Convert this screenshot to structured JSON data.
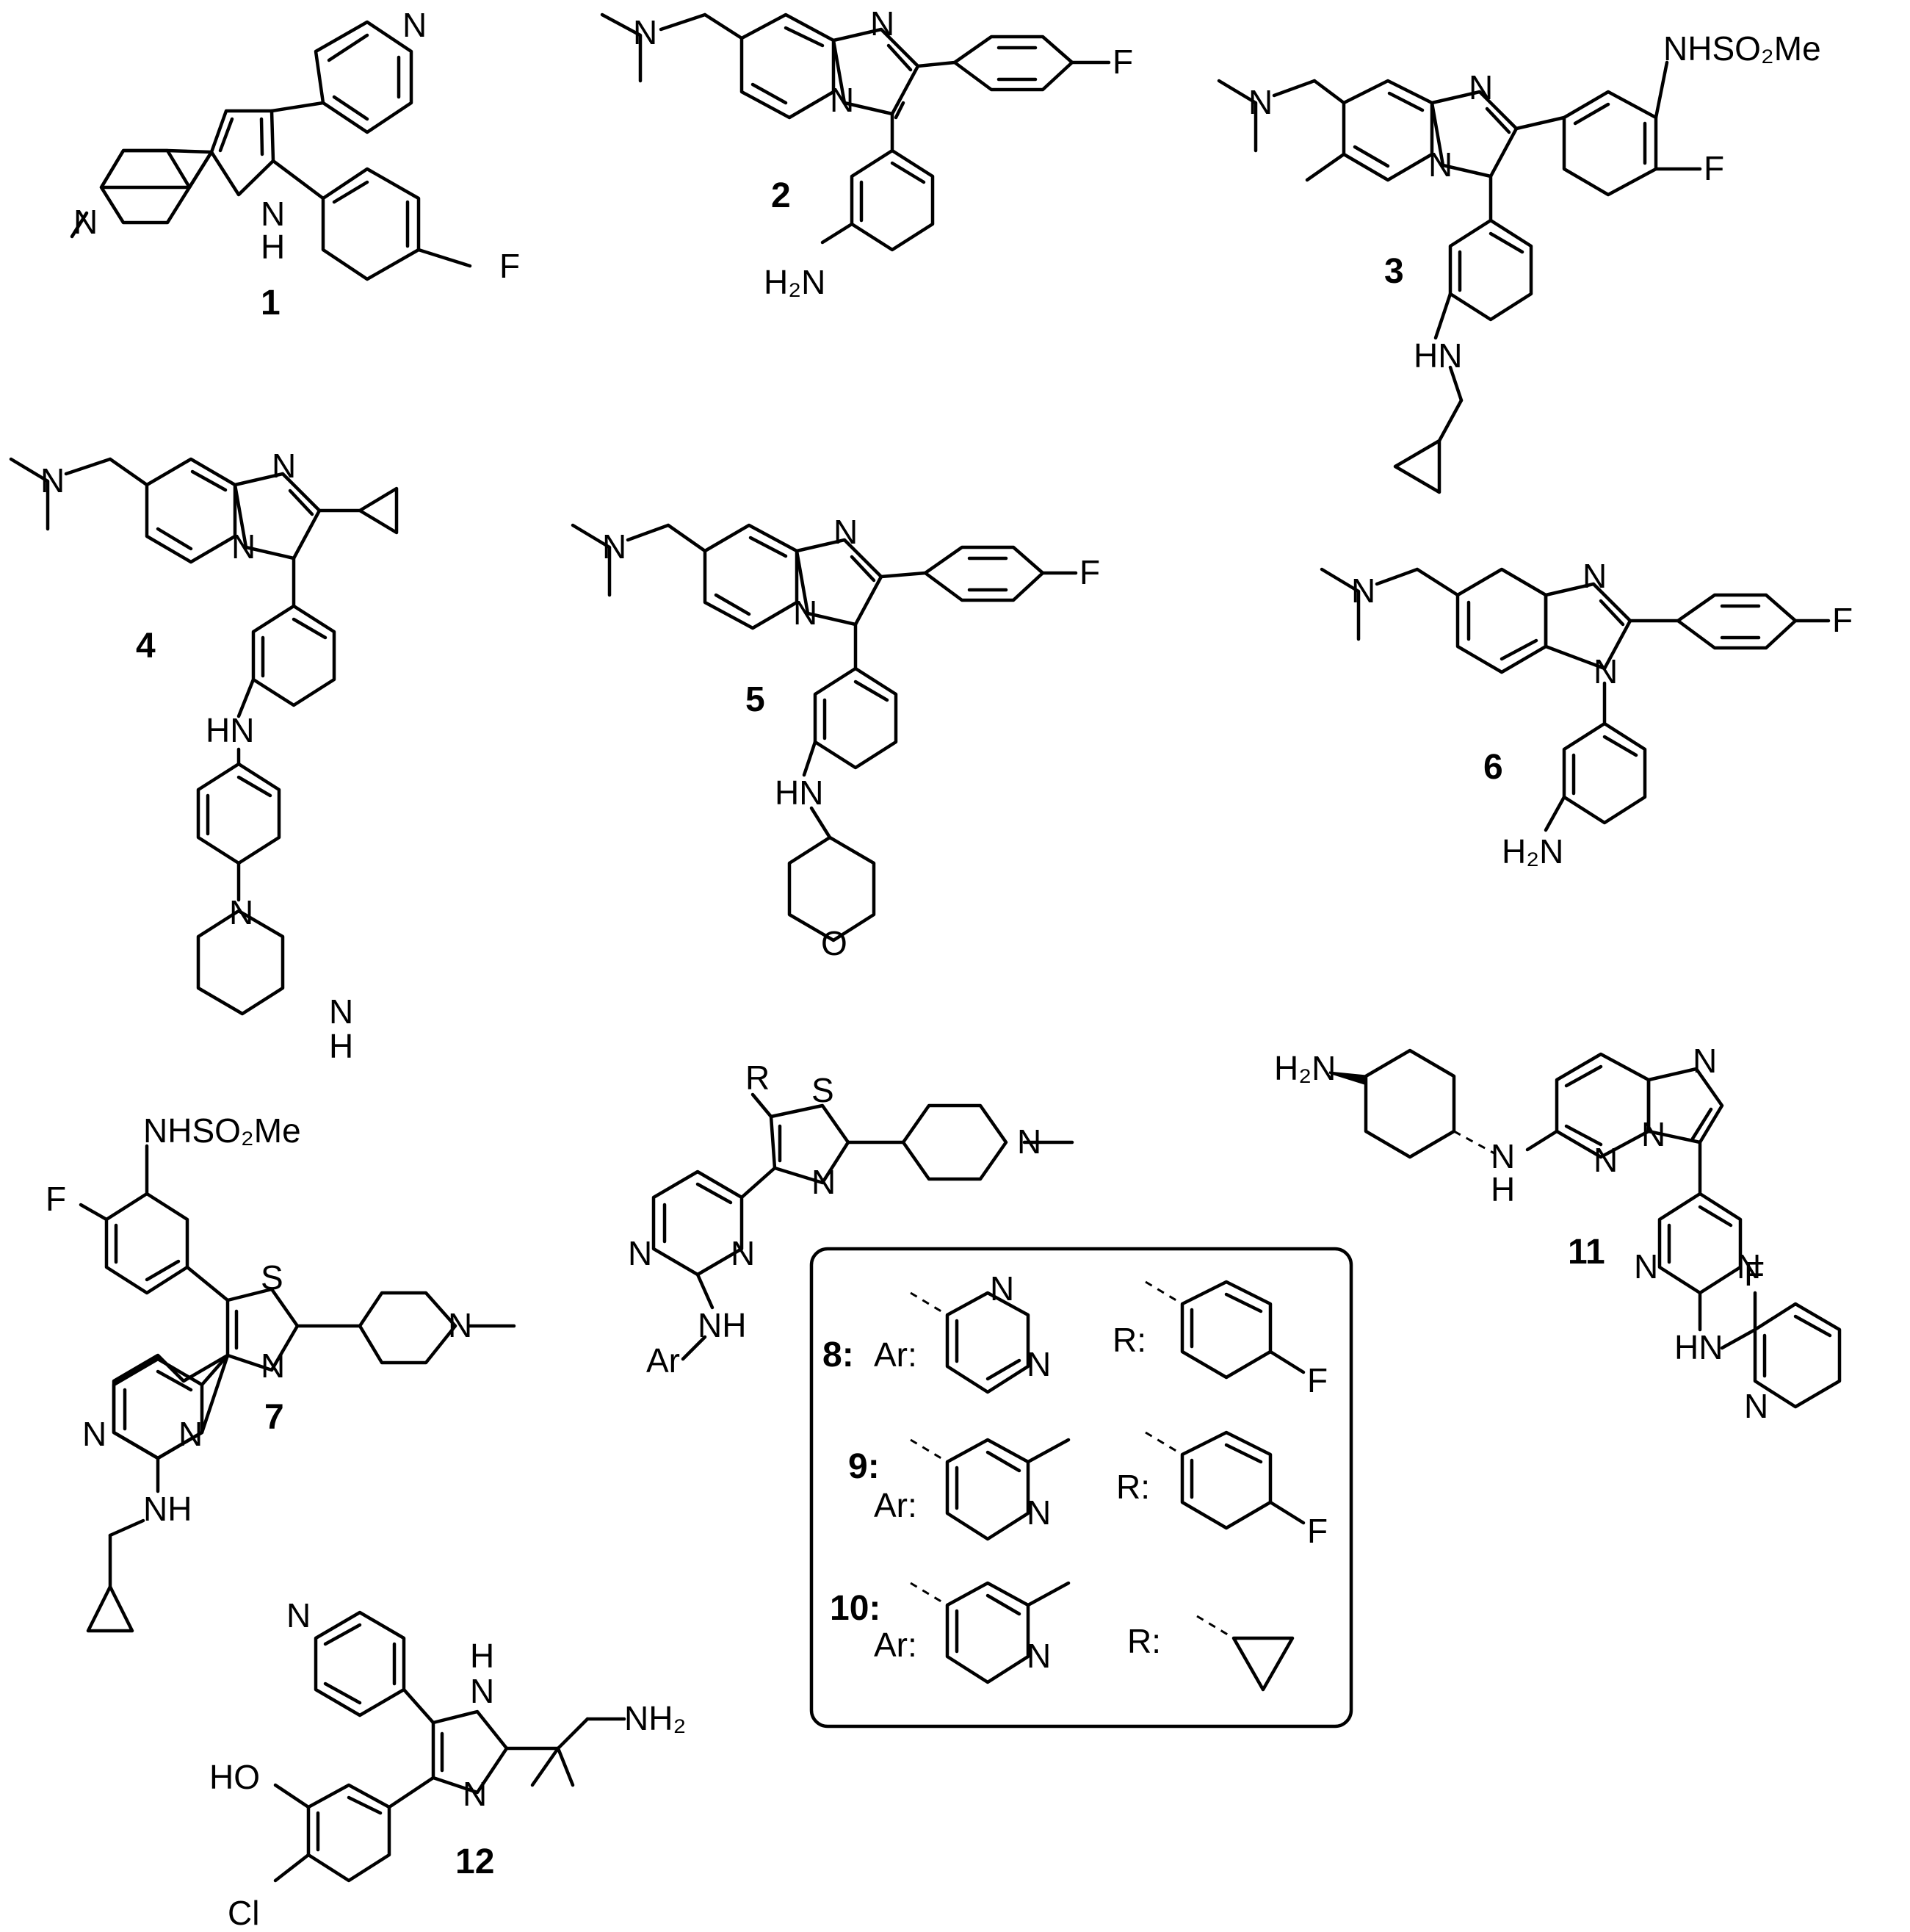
{
  "compounds": {
    "c1": {
      "number": "1",
      "atoms": {
        "N_pyr": "N",
        "N_pip": "N",
        "NH": "N",
        "H": "H",
        "F": "F"
      }
    },
    "c2": {
      "number": "2",
      "atoms": {
        "NMe2": "N",
        "N_im": "N",
        "N_br": "N",
        "F": "F",
        "NH2": "H₂N"
      }
    },
    "c3": {
      "number": "3",
      "atoms": {
        "NMe2": "N",
        "N_im": "N",
        "N_br": "N",
        "NHSO2Me": "NHSO₂Me",
        "F": "F",
        "HN": "HN"
      }
    },
    "c4": {
      "number": "4",
      "atoms": {
        "NMe2": "N",
        "N_im": "N",
        "N_br": "N",
        "HN": "HN",
        "N_pz": "N",
        "NH_pz": "N",
        "H_pz": "H"
      }
    },
    "c5": {
      "number": "5",
      "atoms": {
        "NMe2": "N",
        "N_im": "N",
        "N_br": "N",
        "F": "F",
        "HN": "HN",
        "O": "O"
      }
    },
    "c6": {
      "number": "6",
      "atoms": {
        "NMe2": "N",
        "N_bz": "N",
        "N1": "N",
        "F": "F",
        "NH2": "H₂N"
      }
    },
    "c7": {
      "number": "7",
      "atoms": {
        "NHSO2Me": "NHSO₂Me",
        "F": "F",
        "S": "S",
        "N_tz": "N",
        "N_pip": "N",
        "N_a": "N",
        "N_b": "N",
        "NH": "NH"
      }
    },
    "c8_10": {
      "atoms": {
        "R": "R",
        "S": "S",
        "N_tz": "N",
        "N_pip": "N",
        "N_a": "N",
        "N_b": "N",
        "NH": "NH",
        "Ar": "Ar"
      }
    },
    "c11": {
      "number": "11",
      "atoms": {
        "H2N": "H₂N",
        "N_amine": "N",
        "H": "H",
        "N_im": "N",
        "N_br": "N",
        "N_pd": "N",
        "N_pm1": "N",
        "N_pm2": "N",
        "HN": "HN",
        "F": "F",
        "N_py": "N"
      }
    },
    "c12": {
      "number": "12",
      "atoms": {
        "N_py": "N",
        "NH_top": "N",
        "H_top": "H",
        "N_im": "N",
        "NH2": "NH₂",
        "HO": "HO",
        "Cl": "Cl"
      }
    }
  },
  "table": {
    "rows": [
      {
        "number": "8:",
        "ar_label": "Ar:",
        "r_label": "R:",
        "ar_atoms": [
          "N",
          "N"
        ],
        "r_atom": "F"
      },
      {
        "number": "9:",
        "ar_label": "Ar:",
        "r_label": "R:",
        "ar_atoms": [
          "N"
        ],
        "r_atom": "F"
      },
      {
        "number": "10:",
        "ar_label": "Ar:",
        "r_label": "R:",
        "ar_atoms": [
          "N"
        ],
        "r_atom": ""
      }
    ]
  }
}
